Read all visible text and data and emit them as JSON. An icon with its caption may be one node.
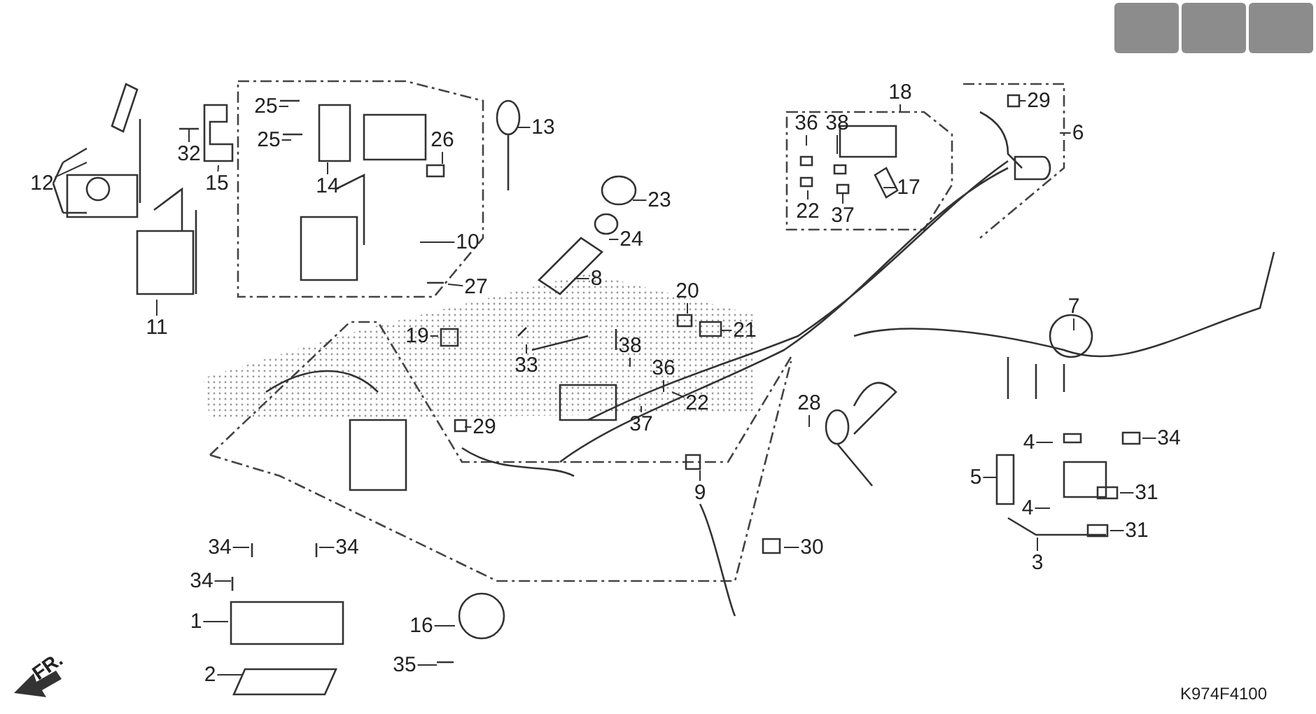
{
  "diagram": {
    "nodes": [
      {
        "text": [
          "12"
        ]
      },
      {
        "text": [
          "32"
        ]
      },
      {
        "text": [
          "15"
        ]
      },
      {
        "text": [
          "25"
        ]
      },
      {
        "text": [
          "25"
        ]
      },
      {
        "text": [
          "14"
        ]
      },
      {
        "text": [
          "26"
        ]
      },
      {
        "text": [
          "13"
        ]
      },
      {
        "text": [
          "10"
        ]
      },
      {
        "text": [
          "27"
        ]
      },
      {
        "text": [
          "11"
        ]
      },
      {
        "text": [
          "18"
        ]
      },
      {
        "text": [
          "36"
        ]
      },
      {
        "text": [
          "38"
        ]
      },
      {
        "text": [
          "17"
        ]
      },
      {
        "text": [
          "22"
        ]
      },
      {
        "text": [
          "37"
        ]
      },
      {
        "text": [
          "29"
        ]
      },
      {
        "text": [
          "6"
        ]
      },
      {
        "text": [
          "23"
        ]
      },
      {
        "text": [
          "24"
        ]
      },
      {
        "text": [
          "8"
        ]
      },
      {
        "text": [
          "20"
        ]
      },
      {
        "text": [
          "21"
        ]
      },
      {
        "text": [
          "19"
        ]
      },
      {
        "text": [
          "33"
        ]
      },
      {
        "text": [
          "7"
        ]
      },
      {
        "text": [
          "38"
        ]
      },
      {
        "text": [
          "36"
        ]
      },
      {
        "text": [
          "37"
        ]
      },
      {
        "text": [
          "22"
        ]
      },
      {
        "text": [
          "29"
        ]
      },
      {
        "text": [
          "9"
        ]
      },
      {
        "text": [
          "28"
        ]
      },
      {
        "text": [
          "30"
        ]
      },
      {
        "text": [
          "34"
        ]
      },
      {
        "text": [
          "4"
        ]
      },
      {
        "text": [
          "5"
        ]
      },
      {
        "text": [
          "4"
        ]
      },
      {
        "text": [
          "31"
        ]
      },
      {
        "text": [
          "31"
        ]
      },
      {
        "text": [
          "3"
        ]
      },
      {
        "text": [
          "34"
        ]
      },
      {
        "text": [
          "34"
        ]
      },
      {
        "text": [
          "34"
        ]
      },
      {
        "text": [
          "1"
        ]
      },
      {
        "text": [
          "2"
        ]
      },
      {
        "text": [
          "16"
        ]
      },
      {
        "text": [
          "35"
        ]
      }
    ],
    "edges": [
      {
        "from": 0,
        "to": null,
        "arrow": "none"
      },
      {
        "from": 1,
        "to": null,
        "arrow": "none"
      },
      {
        "from": 2,
        "to": null,
        "arrow": "none"
      },
      {
        "from": 3,
        "to": null,
        "arrow": "none"
      },
      {
        "from": 4,
        "to": null,
        "arrow": "none"
      },
      {
        "from": 5,
        "to": null,
        "arrow": "none"
      },
      {
        "from": 6,
        "to": null,
        "arrow": "none"
      },
      {
        "from": 7,
        "to": null,
        "arrow": "none"
      },
      {
        "from": 8,
        "to": null,
        "arrow": "none"
      },
      {
        "from": 9,
        "to": null,
        "arrow": "none"
      },
      {
        "from": 10,
        "to": null,
        "arrow": "none"
      },
      {
        "from": 11,
        "to": null,
        "arrow": "none"
      },
      {
        "from": 12,
        "to": null,
        "arrow": "none"
      },
      {
        "from": 13,
        "to": null,
        "arrow": "none"
      },
      {
        "from": 14,
        "to": null,
        "arrow": "none"
      },
      {
        "from": 15,
        "to": null,
        "arrow": "none"
      },
      {
        "from": 16,
        "to": null,
        "arrow": "none"
      },
      {
        "from": 17,
        "to": null,
        "arrow": "none"
      },
      {
        "from": 18,
        "to": null,
        "arrow": "none"
      },
      {
        "from": 19,
        "to": null,
        "arrow": "none"
      },
      {
        "from": 20,
        "to": null,
        "arrow": "none"
      },
      {
        "from": 21,
        "to": null,
        "arrow": "none"
      },
      {
        "from": 22,
        "to": null,
        "arrow": "none"
      },
      {
        "from": 23,
        "to": null,
        "arrow": "none"
      },
      {
        "from": 24,
        "to": null,
        "arrow": "none"
      },
      {
        "from": 25,
        "to": null,
        "arrow": "none"
      },
      {
        "from": 26,
        "to": null,
        "arrow": "none"
      },
      {
        "from": 27,
        "to": null,
        "arrow": "none"
      },
      {
        "from": 28,
        "to": null,
        "arrow": "none"
      },
      {
        "from": 29,
        "to": null,
        "arrow": "none"
      },
      {
        "from": 30,
        "to": null,
        "arrow": "none"
      },
      {
        "from": 31,
        "to": null,
        "arrow": "none"
      },
      {
        "from": 32,
        "to": null,
        "arrow": "none"
      },
      {
        "from": 33,
        "to": null,
        "arrow": "none"
      },
      {
        "from": 34,
        "to": null,
        "arrow": "none"
      },
      {
        "from": 35,
        "to": null,
        "arrow": "none"
      },
      {
        "from": 36,
        "to": null,
        "arrow": "none"
      },
      {
        "from": 37,
        "to": null,
        "arrow": "none"
      },
      {
        "from": 38,
        "to": null,
        "arrow": "none"
      },
      {
        "from": 39,
        "to": null,
        "arrow": "none"
      },
      {
        "from": 40,
        "to": null,
        "arrow": "none"
      },
      {
        "from": 41,
        "to": null,
        "arrow": "none"
      },
      {
        "from": 42,
        "to": null,
        "arrow": "none"
      },
      {
        "from": 43,
        "to": null,
        "arrow": "none"
      },
      {
        "from": 44,
        "to": null,
        "arrow": "none"
      },
      {
        "from": 45,
        "to": null,
        "arrow": "none"
      },
      {
        "from": 46,
        "to": null,
        "arrow": "none"
      },
      {
        "from": 47,
        "to": null,
        "arrow": "none"
      },
      {
        "from": 48,
        "to": null,
        "arrow": "none"
      }
    ],
    "labels": [
      "FR.",
      "K974F4100"
    ]
  }
}
